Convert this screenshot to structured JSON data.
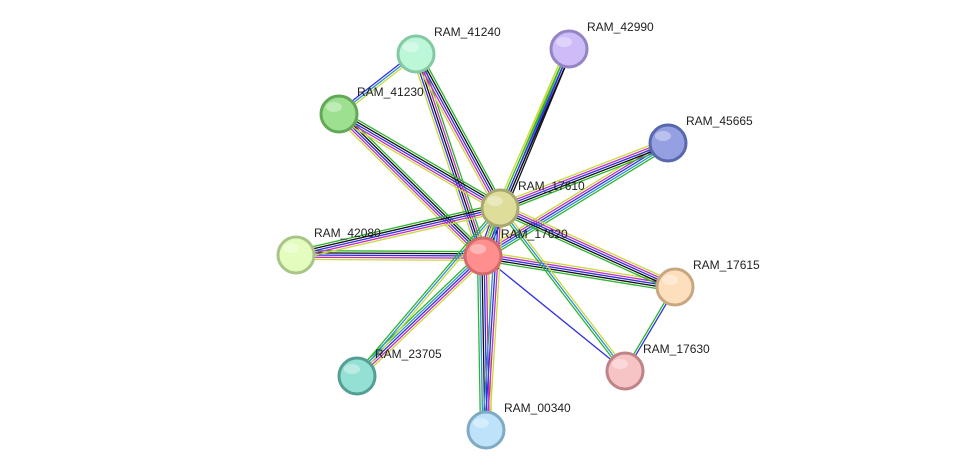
{
  "network": {
    "nodes": [
      {
        "id": "RAM_17620",
        "label": "RAM_17620",
        "fill": "#ff8f8f",
        "stroke": "#d46a6a"
      },
      {
        "id": "RAM_17610",
        "label": "RAM_17610",
        "fill": "#dede9a",
        "stroke": "#a8a870"
      },
      {
        "id": "RAM_41240",
        "label": "RAM_41240",
        "fill": "#bdf7da",
        "stroke": "#83c9a2"
      },
      {
        "id": "RAM_42990",
        "label": "RAM_42990",
        "fill": "#cdbcf7",
        "stroke": "#9584c4"
      },
      {
        "id": "RAM_41230",
        "label": "RAM_41230",
        "fill": "#9de090",
        "stroke": "#62a858"
      },
      {
        "id": "RAM_45665",
        "label": "RAM_45665",
        "fill": "#94a0e2",
        "stroke": "#5868ad"
      },
      {
        "id": "RAM_42080",
        "label": "RAM_42080",
        "fill": "#e4fdbf",
        "stroke": "#a9c488"
      },
      {
        "id": "RAM_17615",
        "label": "RAM_17615",
        "fill": "#fddfbd",
        "stroke": "#c8a680"
      },
      {
        "id": "RAM_17630",
        "label": "RAM_17630",
        "fill": "#f7c4c6",
        "stroke": "#c08488"
      },
      {
        "id": "RAM_23705",
        "label": "RAM_23705",
        "fill": "#94e0d4",
        "stroke": "#549e92"
      },
      {
        "id": "RAM_00340",
        "label": "RAM_00340",
        "fill": "#bde2fa",
        "stroke": "#80aac2"
      }
    ],
    "edges": [
      {
        "source": "RAM_17620",
        "target": "RAM_17610",
        "colors": [
          "#3030e0",
          "#111111",
          "#2db52d",
          "#c030c0",
          "#3090d0"
        ]
      },
      {
        "source": "RAM_17620",
        "target": "RAM_41240",
        "colors": [
          "#c9d93a",
          "#3030e0",
          "#111111",
          "#c030c0",
          "#2db52d"
        ]
      },
      {
        "source": "RAM_17620",
        "target": "RAM_42990",
        "colors": [
          "#c9d93a",
          "#2db52d",
          "#3030e0",
          "#111111"
        ]
      },
      {
        "source": "RAM_17620",
        "target": "RAM_41230",
        "colors": [
          "#c9d93a",
          "#c030c0",
          "#3030e0",
          "#111111",
          "#2db52d"
        ]
      },
      {
        "source": "RAM_17620",
        "target": "RAM_45665",
        "colors": [
          "#c9d93a",
          "#c030c0",
          "#3030e0",
          "#3090d0",
          "#2db52d"
        ]
      },
      {
        "source": "RAM_17620",
        "target": "RAM_42080",
        "colors": [
          "#c9d93a",
          "#c030c0",
          "#3030e0",
          "#111111",
          "#2db52d"
        ]
      },
      {
        "source": "RAM_17620",
        "target": "RAM_17615",
        "colors": [
          "#c9d93a",
          "#c030c0",
          "#3030e0",
          "#111111",
          "#2db52d"
        ]
      },
      {
        "source": "RAM_17620",
        "target": "RAM_17630",
        "colors": [
          "#3030e0"
        ]
      },
      {
        "source": "RAM_17620",
        "target": "RAM_23705",
        "colors": [
          "#c9d93a",
          "#c030c0",
          "#3030e0",
          "#3090d0",
          "#2db52d"
        ]
      },
      {
        "source": "RAM_17620",
        "target": "RAM_00340",
        "colors": [
          "#c9d93a",
          "#c030c0",
          "#3030e0",
          "#111111",
          "#3090d0",
          "#2db52d"
        ]
      },
      {
        "source": "RAM_17610",
        "target": "RAM_41240",
        "colors": [
          "#c9d93a",
          "#c030c0",
          "#3030e0",
          "#111111",
          "#2db52d"
        ]
      },
      {
        "source": "RAM_17610",
        "target": "RAM_42990",
        "colors": [
          "#c9d93a",
          "#2db52d",
          "#3030e0",
          "#111111"
        ]
      },
      {
        "source": "RAM_17610",
        "target": "RAM_41230",
        "colors": [
          "#c9d93a",
          "#c030c0",
          "#3030e0",
          "#111111",
          "#2db52d"
        ]
      },
      {
        "source": "RAM_17610",
        "target": "RAM_45665",
        "colors": [
          "#c9d93a",
          "#c030c0",
          "#3030e0",
          "#111111",
          "#2db52d"
        ]
      },
      {
        "source": "RAM_17610",
        "target": "RAM_42080",
        "colors": [
          "#c9d93a",
          "#c030c0",
          "#3030e0",
          "#111111",
          "#2db52d"
        ]
      },
      {
        "source": "RAM_17610",
        "target": "RAM_17615",
        "colors": [
          "#c9d93a",
          "#c030c0",
          "#3030e0",
          "#111111",
          "#2db52d"
        ]
      },
      {
        "source": "RAM_17610",
        "target": "RAM_17630",
        "colors": [
          "#c9d93a",
          "#3090d0",
          "#2db52d"
        ]
      },
      {
        "source": "RAM_17610",
        "target": "RAM_23705",
        "colors": [
          "#c9d93a",
          "#3090d0",
          "#2db52d"
        ]
      },
      {
        "source": "RAM_17610",
        "target": "RAM_00340",
        "colors": [
          "#c9d93a",
          "#c030c0",
          "#3030e0",
          "#3090d0"
        ]
      },
      {
        "source": "RAM_41240",
        "target": "RAM_41230",
        "colors": [
          "#c9d93a",
          "#3090d0",
          "#3030e0"
        ]
      },
      {
        "source": "RAM_17615",
        "target": "RAM_17630",
        "colors": [
          "#3030e0",
          "#2db52d"
        ]
      }
    ]
  }
}
